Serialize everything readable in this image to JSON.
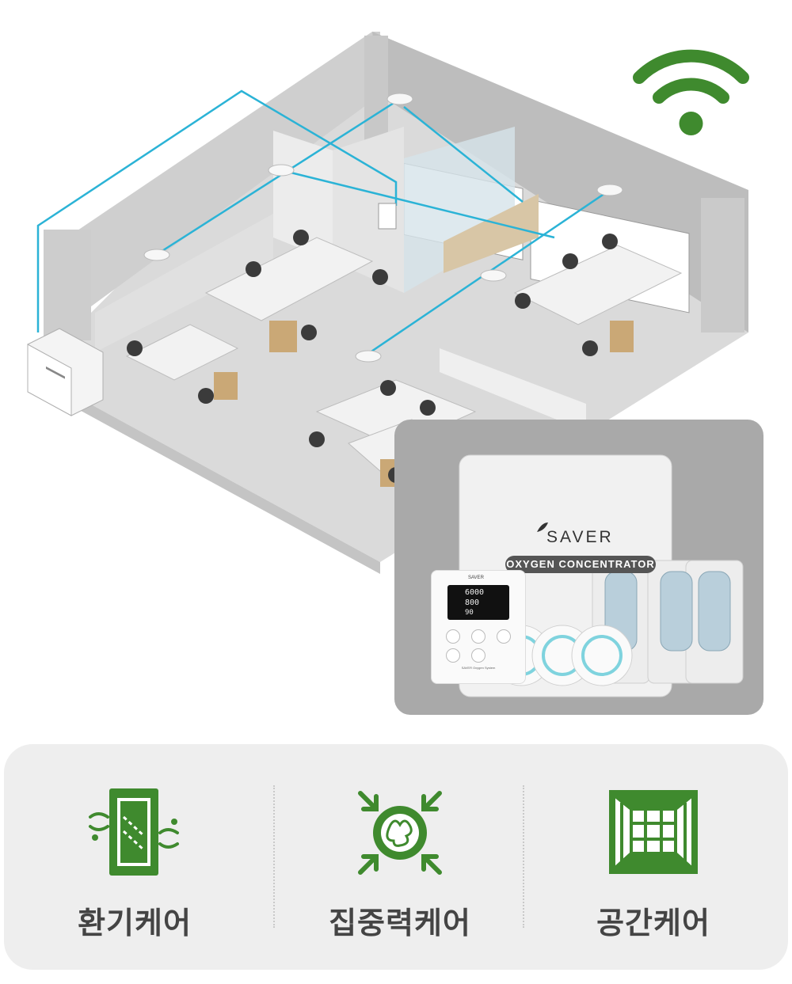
{
  "colors": {
    "accent_green": "#3f8a2e",
    "network_line": "#2bb3d6",
    "panel_gray": "#a9a9a9",
    "feature_bg": "#eeeeee",
    "label_text": "#444444"
  },
  "icons": {
    "wifi": "wifi-icon",
    "ventilation": "ventilation-window-icon",
    "focus": "brain-focus-icon",
    "space": "room-space-icon"
  },
  "product": {
    "brand": "SAVER",
    "concentrator_label": "OXYGEN CONCENTRATOR",
    "controller": {
      "brand": "SAVER",
      "readout_1": "6000",
      "readout_2": "800",
      "readout_3": "90",
      "caption": "SAVER Oxygen System"
    }
  },
  "features": [
    {
      "label": "환기케어",
      "icon": "ventilation-window-icon"
    },
    {
      "label": "집중력케어",
      "icon": "brain-focus-icon"
    },
    {
      "label": "공간케어",
      "icon": "room-space-icon"
    }
  ]
}
